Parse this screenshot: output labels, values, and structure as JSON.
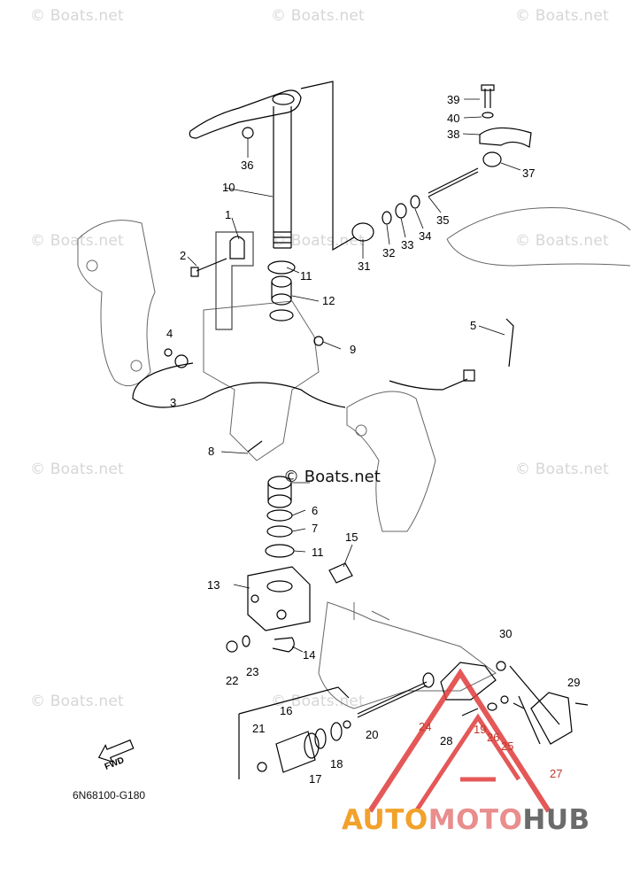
{
  "watermarks": [
    "© Boats.net",
    "© Boats.net",
    "© Boats.net",
    "© Boats.net",
    "© Boats.net",
    "© Boats.net",
    "© Boats.net",
    "© Boats.net",
    "© Boats.net",
    "© Boats.net"
  ],
  "center_watermark": "© Boats.net",
  "diagram_code": "6N68100-G180",
  "fwd_label": "FWD",
  "brand": {
    "part1": "AUTO",
    "part2": "MOTO",
    "part3": "HUB",
    "colors": [
      "#f2a12b",
      "#e98d8d",
      "#6b6b6b"
    ]
  },
  "callouts": [
    {
      "n": "1"
    },
    {
      "n": "2"
    },
    {
      "n": "3"
    },
    {
      "n": "4"
    },
    {
      "n": "5"
    },
    {
      "n": "6"
    },
    {
      "n": "7"
    },
    {
      "n": "8"
    },
    {
      "n": "9"
    },
    {
      "n": "10"
    },
    {
      "n": "11"
    },
    {
      "n": "11"
    },
    {
      "n": "12"
    },
    {
      "n": "13"
    },
    {
      "n": "14"
    },
    {
      "n": "15"
    },
    {
      "n": "16"
    },
    {
      "n": "17"
    },
    {
      "n": "18"
    },
    {
      "n": "19"
    },
    {
      "n": "20"
    },
    {
      "n": "21"
    },
    {
      "n": "22"
    },
    {
      "n": "23"
    },
    {
      "n": "24"
    },
    {
      "n": "25"
    },
    {
      "n": "26"
    },
    {
      "n": "27"
    },
    {
      "n": "28"
    },
    {
      "n": "29"
    },
    {
      "n": "30"
    },
    {
      "n": "31"
    },
    {
      "n": "32"
    },
    {
      "n": "33"
    },
    {
      "n": "34"
    },
    {
      "n": "35"
    },
    {
      "n": "36"
    },
    {
      "n": "37"
    },
    {
      "n": "38"
    },
    {
      "n": "39"
    },
    {
      "n": "40"
    }
  ]
}
